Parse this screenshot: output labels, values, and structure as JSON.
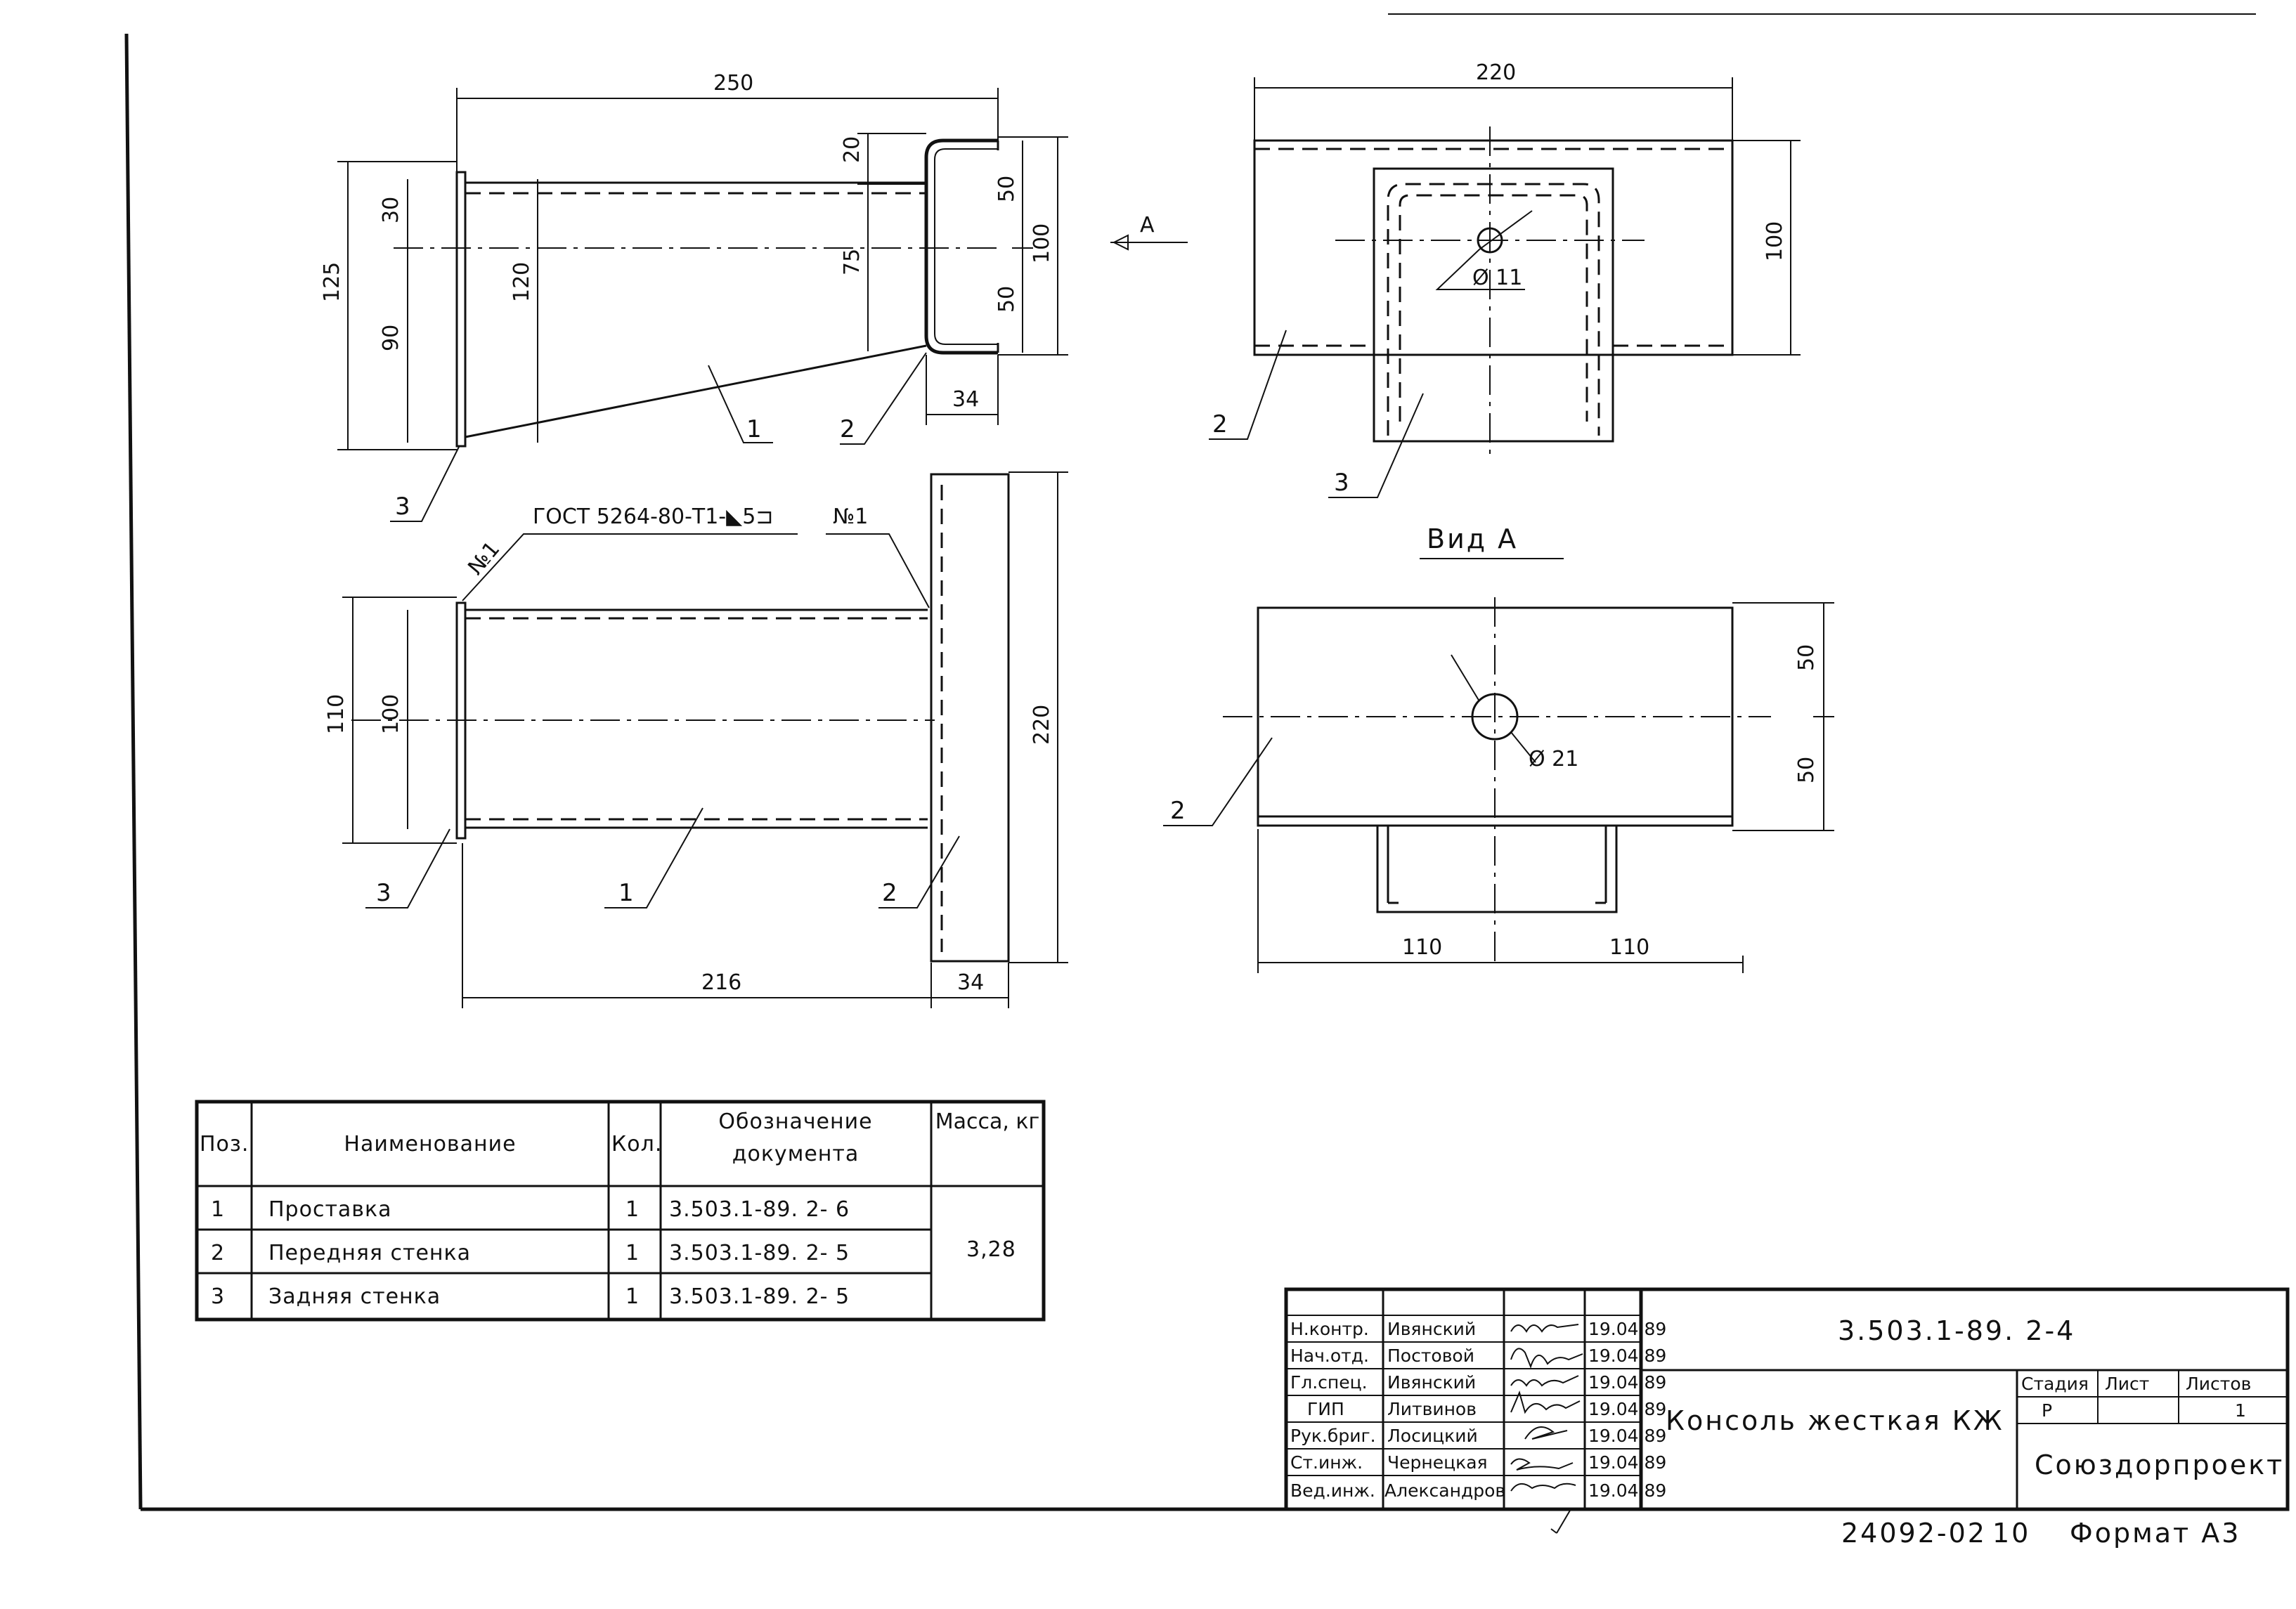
{
  "views": {
    "view_a_caption": "Вид А",
    "section_mark": "А",
    "weld_note": "ГОСТ 5264-80-Т1-◣5⊐",
    "weld_mark": "№1"
  },
  "dimensions": {
    "side_view": [
      "250",
      "30",
      "125",
      "90",
      "120",
      "20",
      "75",
      "50",
      "100",
      "50",
      "34"
    ],
    "top_view": [
      "220",
      "110",
      "100",
      "216",
      "34"
    ],
    "end_view": [
      "220",
      "100",
      "Ø 11"
    ],
    "view_a": [
      "50",
      "50",
      "Ø 21",
      "110",
      "110"
    ]
  },
  "callouts": {
    "side_view": [
      "1",
      "2",
      "3"
    ],
    "top_view": [
      "1",
      "2",
      "3"
    ],
    "end_view": [
      "2",
      "3"
    ],
    "view_a": [
      "2"
    ]
  },
  "spec_table": {
    "headers": [
      "Поз.",
      "Наименование",
      "Кол.",
      "Обозначение документа",
      "Масса, кг"
    ],
    "rows": [
      {
        "pos": "1",
        "name": "Проставка",
        "qty": "1",
        "doc": "3.503.1-89. 2- 6"
      },
      {
        "pos": "2",
        "name": "Передняя стенка",
        "qty": "1",
        "doc": "3.503.1-89. 2- 5"
      },
      {
        "pos": "3",
        "name": "Задняя стенка",
        "qty": "1",
        "doc": "3.503.1-89. 2- 5"
      }
    ],
    "mass": "3,28"
  },
  "title_block": {
    "doc_code": "3.503.1-89. 2-4",
    "title": "Консоль жесткая КЖ",
    "signatures": [
      {
        "role": "Н.контр.",
        "name": "Ивянский",
        "date": "19.04.89"
      },
      {
        "role": "Нач.отд.",
        "name": "Постовой",
        "date": "19.04.89"
      },
      {
        "role": "Гл.спец.",
        "name": "Ивянский",
        "date": "19.04.89"
      },
      {
        "role": "ГИП",
        "name": "Литвинов",
        "date": "19.04.89"
      },
      {
        "role": "Рук.бриг.",
        "name": "Лосицкий",
        "date": "19.04.89"
      },
      {
        "role": "Ст.инж.",
        "name": "Чернецкая",
        "date": "19.04.89"
      },
      {
        "role": "Вед.инж.",
        "name": "Александров",
        "date": "19.04.89"
      }
    ],
    "stage_label": "Стадия",
    "sheet_label": "Лист",
    "sheets_label": "Листов",
    "stage": "Р",
    "sheet": "",
    "sheets": "1",
    "org": "Союздорпроект"
  },
  "footer": {
    "archive_no": "24092-02",
    "page": "10",
    "format": "Формат А3"
  }
}
